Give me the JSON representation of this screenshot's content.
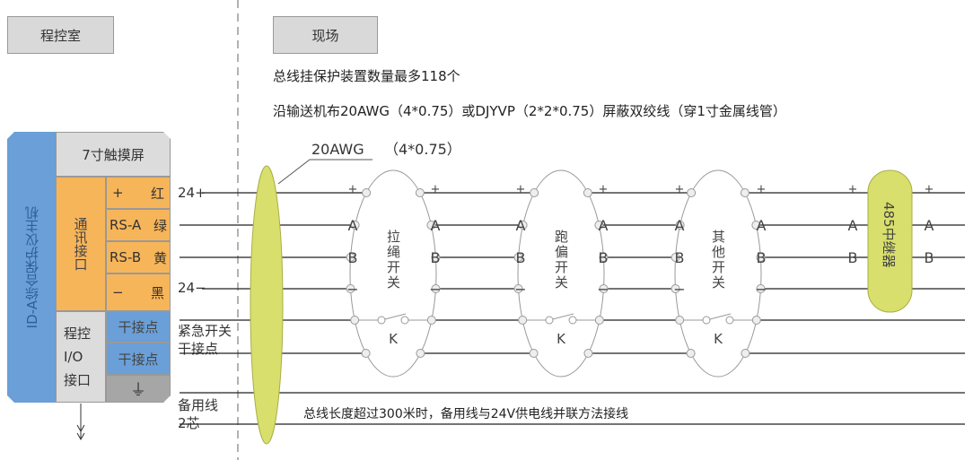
{
  "tabs": {
    "control_room": "程控室",
    "field": "现场"
  },
  "notes": {
    "max_devices": "总线挂保护装置数量最多118个",
    "cable": "沿输送机布20AWG（4*0.75）或DJYVP（2*2*0.75）屏蔽双绞线（穿1寸金属线管）",
    "spare": "总线长度超过300米时，备用线与24V供电线并联方法接线"
  },
  "host": {
    "title": "ID-A综合保护仪主机",
    "screen": "7寸触摸屏",
    "comm": "通讯接口",
    "io": [
      "程控",
      "I/O",
      "接口"
    ],
    "terminals": [
      {
        "sig": "+",
        "color": "红"
      },
      {
        "sig": "RS-A",
        "color": "绿"
      },
      {
        "sig": "RS-B",
        "color": "黄"
      },
      {
        "sig": "−",
        "color": "黑"
      }
    ],
    "dry": [
      "干接点",
      "干接点"
    ]
  },
  "line_labels": {
    "p24": "24+",
    "n24": "24−",
    "estop": "紧急开关",
    "dry": "干接点",
    "spare": "备用线",
    "cores": "2芯"
  },
  "cable_label": {
    "awg": "20AWG",
    "spec": "（4*0.75）"
  },
  "switches": [
    {
      "label": "拉绳开关"
    },
    {
      "label": "跑偏开关"
    },
    {
      "label": "其他开关"
    }
  ],
  "switch_contact": "K",
  "terminal_marks": [
    "+",
    "A",
    "B",
    "−"
  ],
  "repeater": "485中继器",
  "colors": {
    "blue": "#6a9fd8",
    "orange": "#f7b55a",
    "gray": "#d9d9d9",
    "dark": "#a6a6a6",
    "yellow": "#d8df6c"
  }
}
